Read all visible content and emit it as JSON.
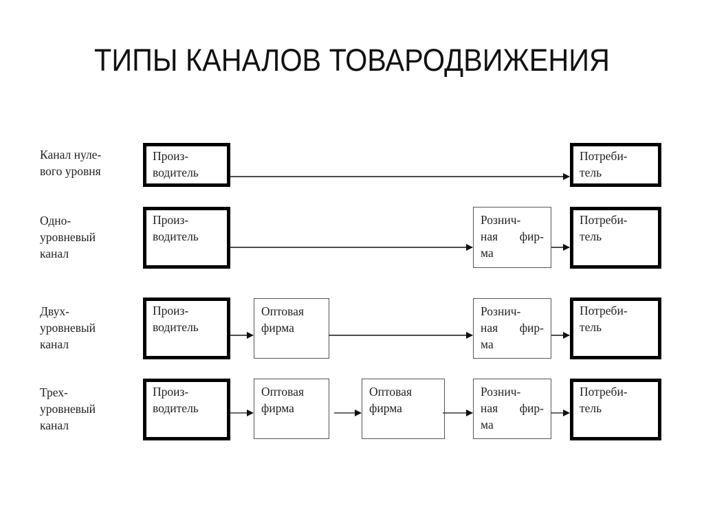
{
  "title": "ТИПЫ КАНАЛОВ ТОВАРОДВИЖЕНИЯ",
  "rows": [
    {
      "label": [
        "Канал нуле-",
        "вого уровня"
      ],
      "nodes": [
        {
          "type": "producer",
          "lines": [
            "Произ-",
            "водитель"
          ]
        },
        {
          "type": "consumer",
          "lines": [
            "Потреби-",
            "тель"
          ]
        }
      ]
    },
    {
      "label": [
        "Одно-",
        "уровневый",
        "канал"
      ],
      "nodes": [
        {
          "type": "producer",
          "lines": [
            "Произ-",
            "водитель"
          ]
        },
        {
          "type": "retail",
          "lines": [
            "Рознич-",
            "ная фир-",
            "ма"
          ]
        },
        {
          "type": "consumer",
          "lines": [
            "Потреби-",
            "тель"
          ]
        }
      ]
    },
    {
      "label": [
        "Двух-",
        "уровневый",
        "канал"
      ],
      "nodes": [
        {
          "type": "producer",
          "lines": [
            "Произ-",
            "водитель"
          ]
        },
        {
          "type": "wholesale",
          "lines": [
            "Оптовая",
            "фирма"
          ]
        },
        {
          "type": "retail",
          "lines": [
            "Рознич-",
            "ная фир-",
            "ма"
          ]
        },
        {
          "type": "consumer",
          "lines": [
            "Потреби-",
            "тель"
          ]
        }
      ]
    },
    {
      "label": [
        "Трех-",
        "уровневый",
        "канал"
      ],
      "nodes": [
        {
          "type": "producer",
          "lines": [
            "Произ-",
            "водитель"
          ]
        },
        {
          "type": "wholesale",
          "lines": [
            "Оптовая",
            "фирма"
          ]
        },
        {
          "type": "wholesale",
          "lines": [
            "Оптовая",
            "фирма"
          ]
        },
        {
          "type": "retail",
          "lines": [
            "Рознич-",
            "ная фир-",
            "ма"
          ]
        },
        {
          "type": "consumer",
          "lines": [
            "Потреби-",
            "тель"
          ]
        }
      ]
    }
  ],
  "retail_justify": [
    "ная",
    "фир-"
  ]
}
